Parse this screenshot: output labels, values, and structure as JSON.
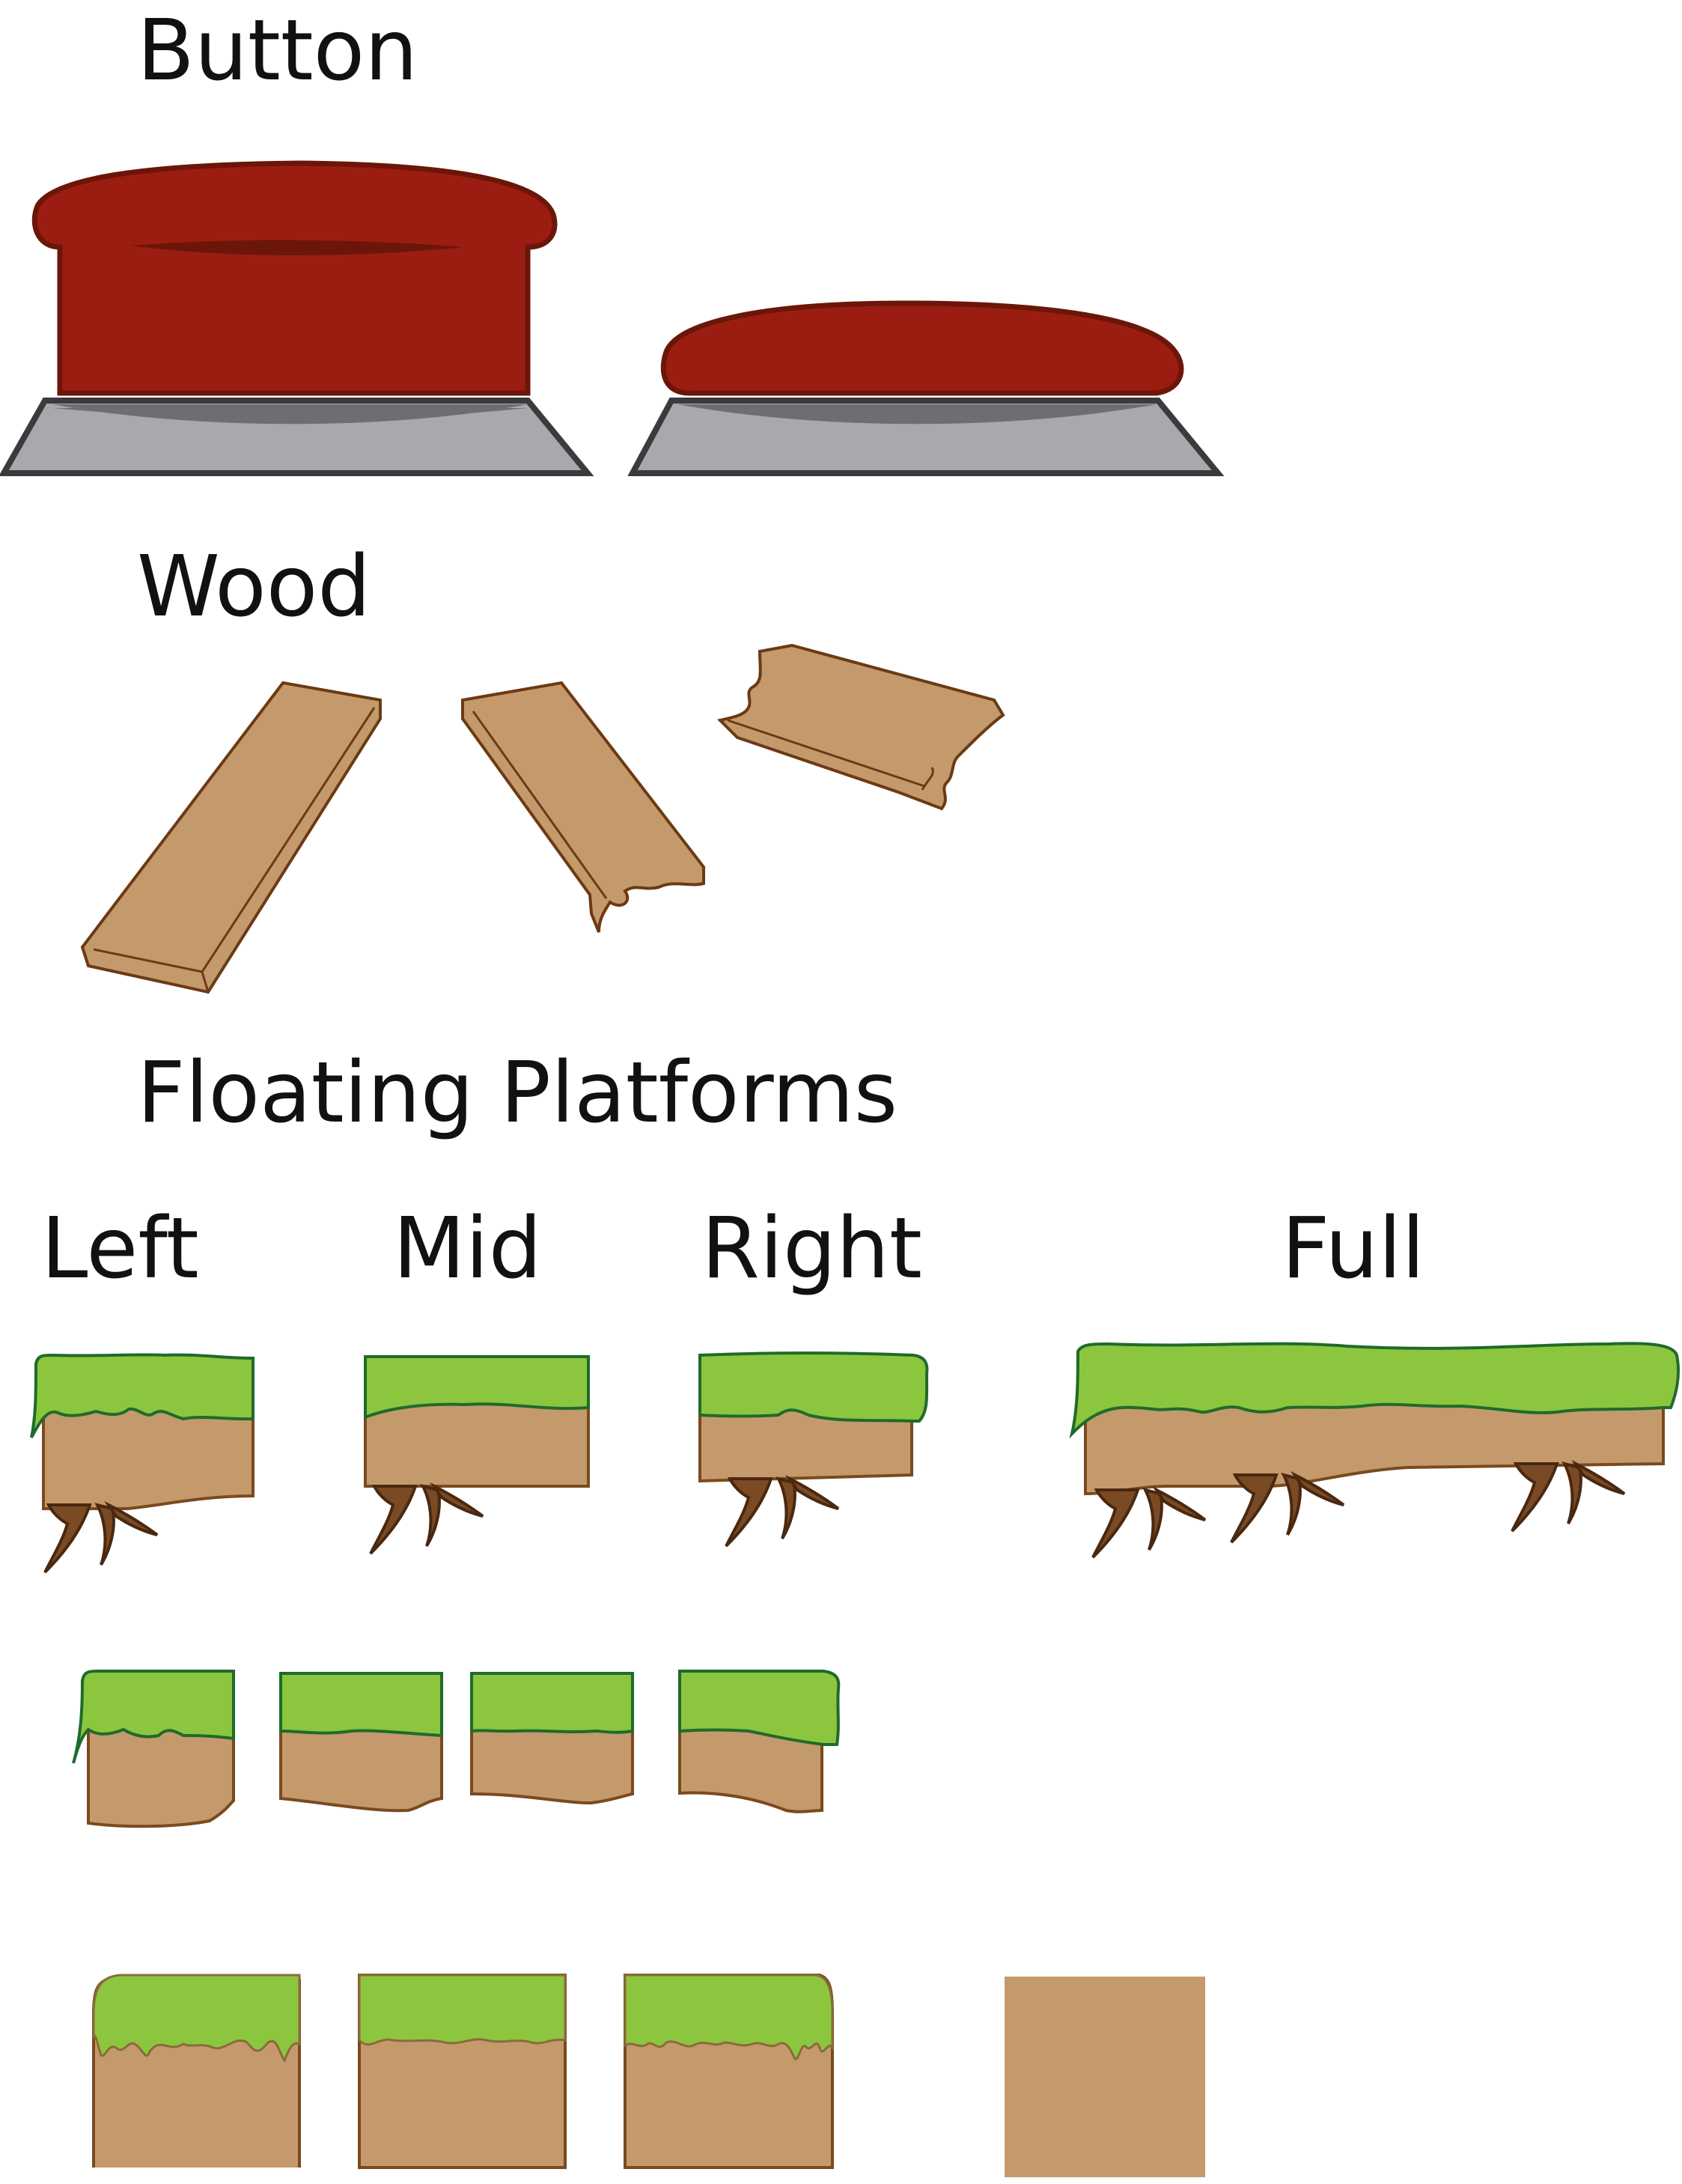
{
  "sections": {
    "button": {
      "title": "Button"
    },
    "wood": {
      "title": "Wood"
    },
    "floating": {
      "title": "Floating Platforms",
      "columns": [
        "Left",
        "Mid",
        "Right",
        "Full"
      ]
    }
  },
  "palette": {
    "button_red": "#9b1d12",
    "button_outline": "#6b1608",
    "base_gray": "#a7a9ac",
    "base_outline": "#3a3b3d",
    "wood": "#c49a6c",
    "wood_outline": "#6b3a14",
    "grass": "#8cc63f",
    "grass_outline": "#1f6b2a",
    "dirt": "#c49a6c",
    "dirt_outline": "#7a4a1e",
    "root": "#7a4a24",
    "root_outline": "#4a2810"
  },
  "sprites": {
    "button_states": [
      "unpressed",
      "pressed"
    ],
    "wood_pieces": [
      "plank-whole",
      "plank-broken-left",
      "plank-broken-right"
    ],
    "platform_rows": [
      "rooted",
      "plain",
      "block"
    ],
    "extra_tile": "dirt-block"
  }
}
